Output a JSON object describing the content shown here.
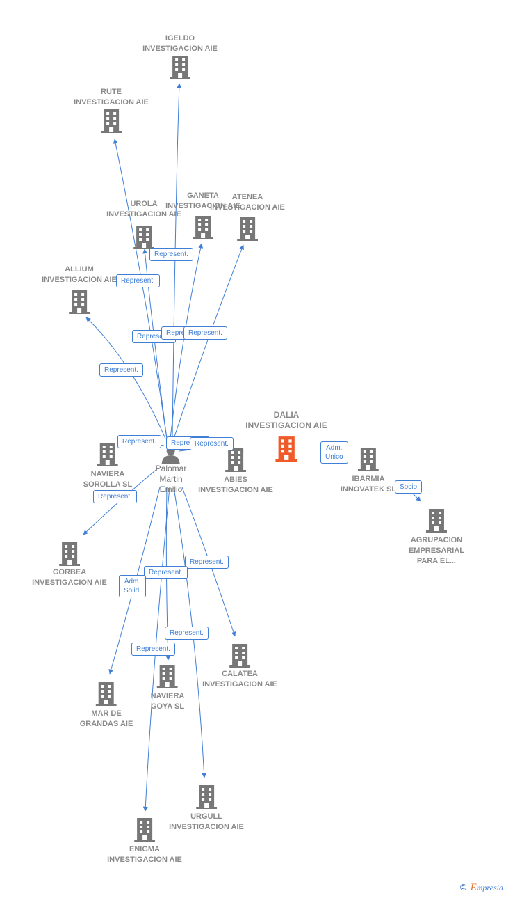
{
  "colors": {
    "edge": "#3f7fd6",
    "building": "#777777",
    "focus": "#f05a28"
  },
  "focus_company": {
    "label": "DALIA\nINVESTIGACION AIE"
  },
  "person": {
    "label": "Palomar\nMartin\nEmilio"
  },
  "companies": {
    "igeldo": "IGELDO\nINVESTIGACION AIE",
    "rute": "RUTE\nINVESTIGACION AIE",
    "urola": "UROLA\nINVESTIGACION AIE",
    "ganeta": "GANETA\nINVESTIGACION AIE",
    "atenea": "ATENEA\nINVESTIGACION AIE",
    "allium": "ALLIUM\nINVESTIGACION AIE",
    "naviera_sorolla": "NAVIERA\nSOROLLA SL",
    "abies": "ABIES\nINVESTIGACION AIE",
    "ibarmia": "IBARMIA\nINNOVATEK SL",
    "agrupacion": "AGRUPACION\nEMPRESARIAL\nPARA EL...",
    "gorbea": "GORBEA\nINVESTIGACION AIE",
    "calatea": "CALATEA\nINVESTIGACION AIE",
    "naviera_goya": "NAVIERA\nGOYA SL",
    "mar_de_grandas": "MAR DE\nGRANDAS AIE",
    "urgull": "URGULL\nINVESTIGACION AIE",
    "enigma": "ENIGMA\nINVESTIGACION AIE"
  },
  "relations": {
    "represent": "Represent.",
    "adm_unico": "Adm.\nUnico",
    "adm_solid": "Adm.\nSolid.",
    "socio": "Socio"
  },
  "brand": {
    "copyright": "©",
    "first": "E",
    "rest": "mpresia"
  }
}
